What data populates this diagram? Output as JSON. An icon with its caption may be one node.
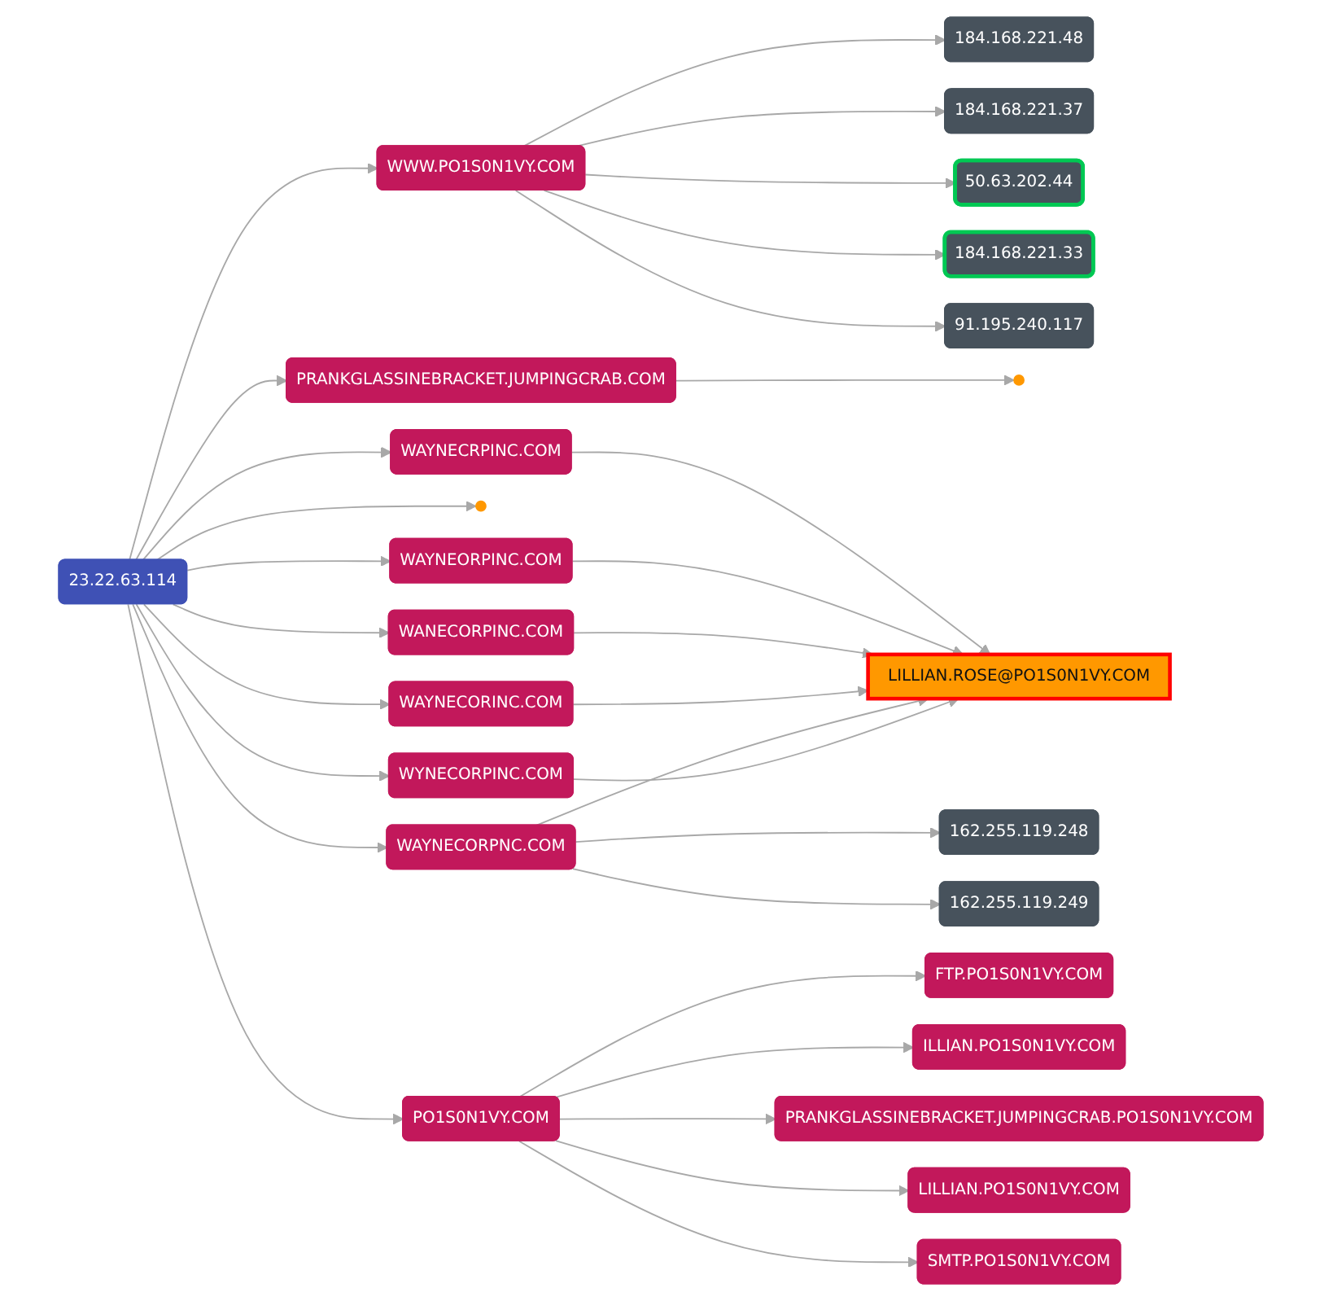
{
  "diagram": {
    "nodes": [
      {
        "text": [
          "184.168.221.48"
        ]
      },
      {
        "text": [
          "184.168.221.37"
        ]
      },
      {
        "text": [
          "50.63.202.44"
        ]
      },
      {
        "text": [
          "184.168.221.33"
        ]
      },
      {
        "text": [
          "WWW.PO1S0N1VY.COM"
        ]
      },
      {
        "text": [],
        "shape": "circle"
      },
      {
        "text": [
          "91.195.240.117"
        ]
      },
      {
        "text": [
          "PRANKGLASSINEBRACKET.JUMPINGCRAB.COM"
        ]
      },
      {
        "text": [
          "WAYNECRPINC.COM"
        ]
      },
      {
        "text": [],
        "shape": "circle"
      },
      {
        "text": [
          "LILLIAN.ROSE@PO1S0N1VY.COM"
        ]
      },
      {
        "text": [
          "23.22.63.114"
        ]
      },
      {
        "text": [
          "WAYNEORPINC.COM"
        ]
      },
      {
        "text": [
          "WANECORPINC.COM"
        ]
      },
      {
        "text": [
          "FTP.PO1S0N1VY.COM"
        ]
      },
      {
        "text": [
          "WAYNECORINC.COM"
        ]
      },
      {
        "text": [
          "WAYNECORPNC.COM"
        ]
      },
      {
        "text": [
          "162.255.119.248"
        ]
      },
      {
        "text": [
          "WYNECORPINC.COM"
        ]
      },
      {
        "text": [
          "PO1S0N1VY.COM"
        ]
      },
      {
        "text": [
          "ILLIAN.PO1S0N1VY.COM"
        ]
      },
      {
        "text": [
          "162.255.119.249"
        ]
      },
      {
        "text": [
          "PRANKGLASSINEBRACKET.JUMPINGCRAB.PO1S0N1VY.COM"
        ]
      },
      {
        "text": [
          "LILLIAN.PO1S0N1VY.COM"
        ]
      },
      {
        "text": [
          "SMTP.PO1S0N1VY.COM"
        ]
      }
    ],
    "edges": [
      {
        "from": 4,
        "to": 0,
        "arrow": "to"
      },
      {
        "from": 4,
        "to": 1,
        "arrow": "to"
      },
      {
        "from": 4,
        "to": 2,
        "arrow": "to"
      },
      {
        "from": 4,
        "to": 3,
        "arrow": "to"
      },
      {
        "from": 4,
        "to": 6,
        "arrow": "to"
      },
      {
        "from": 11,
        "to": 4,
        "arrow": "to"
      },
      {
        "from": 7,
        "to": 5,
        "arrow": "to"
      },
      {
        "from": 11,
        "to": 7,
        "arrow": "to"
      },
      {
        "from": 11,
        "to": 8,
        "arrow": "to"
      },
      {
        "from": 11,
        "to": 9,
        "arrow": "to"
      },
      {
        "from": 8,
        "to": 10,
        "arrow": "to"
      },
      {
        "from": 11,
        "to": 12,
        "arrow": "to"
      },
      {
        "from": 12,
        "to": 10,
        "arrow": "to"
      },
      {
        "from": 11,
        "to": 13,
        "arrow": "to"
      },
      {
        "from": 13,
        "to": 10,
        "arrow": "to"
      },
      {
        "from": 11,
        "to": 15,
        "arrow": "to"
      },
      {
        "from": 15,
        "to": 10,
        "arrow": "to"
      },
      {
        "from": 11,
        "to": 16,
        "arrow": "to"
      },
      {
        "from": 16,
        "to": 10,
        "arrow": "to"
      },
      {
        "from": 11,
        "to": 18,
        "arrow": "to"
      },
      {
        "from": 18,
        "to": 10,
        "arrow": "to"
      },
      {
        "from": 16,
        "to": 17,
        "arrow": "to"
      },
      {
        "from": 16,
        "to": 21,
        "arrow": "to"
      },
      {
        "from": 11,
        "to": 19,
        "arrow": "to"
      },
      {
        "from": 19,
        "to": 14,
        "arrow": "to"
      },
      {
        "from": 19,
        "to": 20,
        "arrow": "to"
      },
      {
        "from": 19,
        "to": 22,
        "arrow": "to"
      },
      {
        "from": 19,
        "to": 23,
        "arrow": "to"
      },
      {
        "from": 19,
        "to": 24,
        "arrow": "to"
      }
    ]
  }
}
